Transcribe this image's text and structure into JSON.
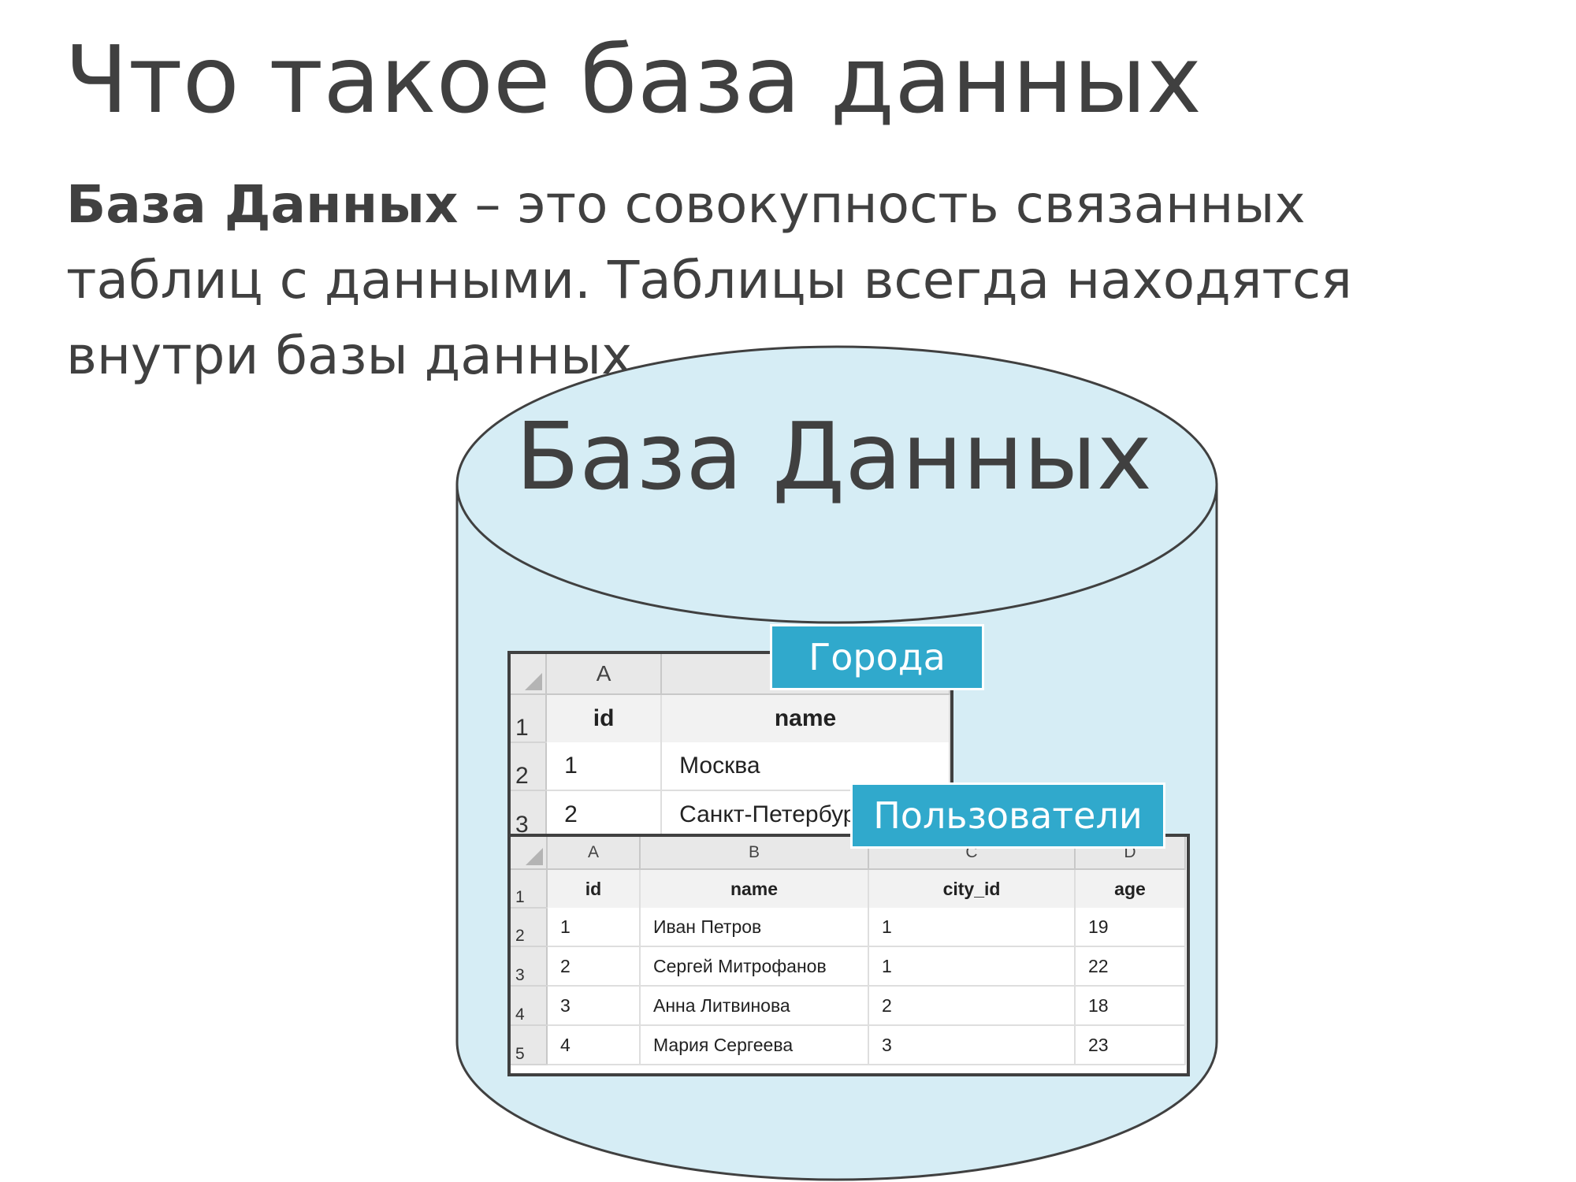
{
  "slide": {
    "title": "Что такое база данных",
    "definition_term": "База Данных",
    "definition_text": " – это совокупность связанных таблиц с данными. Таблицы всегда находятся внутри базы данных."
  },
  "diagram": {
    "database_label": "База Данных",
    "fill_color": "#d6edf5",
    "stroke_color": "#404040",
    "tag_color": "#30a9cc"
  },
  "cities_table": {
    "tag": "Города",
    "columns": [
      "A",
      ""
    ],
    "rows": [
      {
        "num": "1",
        "cells": [
          "id",
          "name"
        ]
      },
      {
        "num": "2",
        "cells": [
          "1",
          "Москва"
        ]
      },
      {
        "num": "3",
        "cells": [
          "2",
          "Санкт-Петербург"
        ]
      }
    ]
  },
  "users_table": {
    "tag": "Пользователи",
    "columns": [
      "A",
      "B",
      "C",
      "D"
    ],
    "rows": [
      {
        "num": "1",
        "cells": [
          "id",
          "name",
          "city_id",
          "age"
        ]
      },
      {
        "num": "2",
        "cells": [
          "1",
          "Иван Петров",
          "1",
          "19"
        ]
      },
      {
        "num": "3",
        "cells": [
          "2",
          "Сергей Митрофанов",
          "1",
          "22"
        ]
      },
      {
        "num": "4",
        "cells": [
          "3",
          "Анна Литвинова",
          "2",
          "18"
        ]
      },
      {
        "num": "5",
        "cells": [
          "4",
          "Мария Сергеева",
          "3",
          "23"
        ]
      }
    ]
  }
}
